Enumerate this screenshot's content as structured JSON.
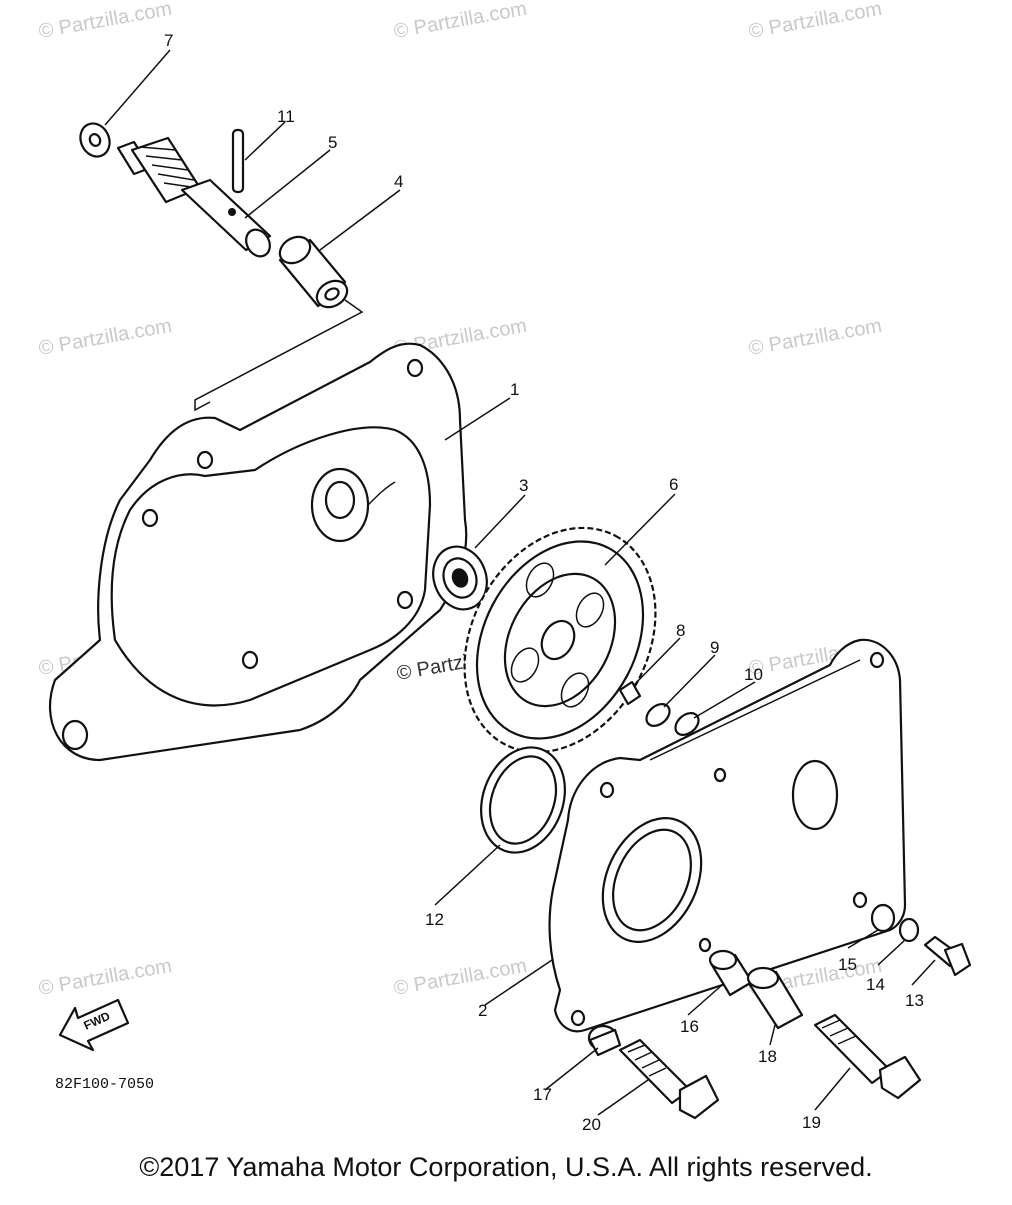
{
  "watermark": "© Partzilla.com",
  "diagram_code": "82F100-7050",
  "fwd_label": "FWD",
  "copyright": "©2017 Yamaha Motor Corporation, U.S.A. All rights reserved.",
  "callouts": [
    "1",
    "2",
    "3",
    "4",
    "5",
    "6",
    "7",
    "8",
    "9",
    "10",
    "11",
    "12",
    "13",
    "14",
    "15",
    "16",
    "17",
    "18",
    "19",
    "20"
  ]
}
